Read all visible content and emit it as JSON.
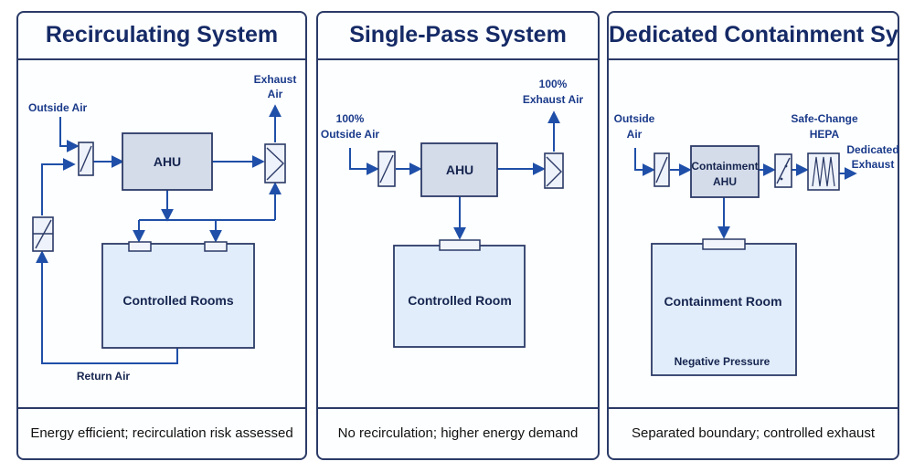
{
  "colors": {
    "line": "#1f4fa8",
    "box_fill": "#d4dbe9",
    "box_stroke": "#2b3a67",
    "room_fill": "#e2edfb",
    "title": "#152a66"
  },
  "panels": {
    "recirc": {
      "title": "Recirculating System",
      "caption": "Energy efficient; recirculation risk assessed",
      "outside_air": "Outside Air",
      "exhaust_1": "Exhaust",
      "exhaust_2": "Air",
      "ahu": "AHU",
      "rooms": "Controlled Rooms",
      "return_air": "Return Air"
    },
    "single": {
      "title": "Single-Pass System",
      "caption": "No recirculation; higher energy demand",
      "outside_1": "100%",
      "outside_2": "Outside Air",
      "exhaust_1": "100%",
      "exhaust_2": "Exhaust Air",
      "ahu": "AHU",
      "room": "Controlled Room"
    },
    "contain": {
      "title": "Dedicated Containment System",
      "caption": "Separated boundary; controlled exhaust",
      "outside_1": "Outside",
      "outside_2": "Air",
      "ahu_1": "Containment",
      "ahu_2": "AHU",
      "hepa_1": "Safe-Change",
      "hepa_2": "HEPA",
      "exhaust_1": "Dedicated",
      "exhaust_2": "Exhaust",
      "room": "Containment Room",
      "pressure": "Negative Pressure"
    }
  }
}
